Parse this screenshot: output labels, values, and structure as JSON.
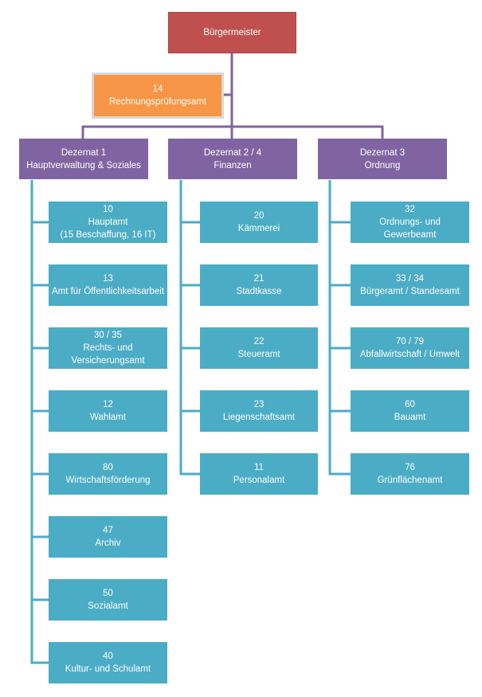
{
  "colors": {
    "mayor": "#c0504d",
    "audit": "#f79646",
    "dezernat": "#8064a2",
    "office": "#4bacc6",
    "connector_top": "#8064a2",
    "connector_offices": "#4bacc6"
  },
  "mayor": {
    "label": "Bürgermeister"
  },
  "audit": {
    "number": "14",
    "label": "Rechnungsprüfungsamt"
  },
  "dezernate": [
    {
      "line1": "Dezernat 1",
      "line2": "Hauptverwaltung & Soziales"
    },
    {
      "line1": "Dezernat 2 / 4",
      "line2": "Finanzen"
    },
    {
      "line1": "Dezernat 3",
      "line2": "Ordnung"
    }
  ],
  "offices": [
    [
      {
        "number": "10",
        "line1": "Hauptamt",
        "line2": "(15 Beschaffung, 16 IT)"
      },
      {
        "number": "13",
        "line1": "Amt für Öffentlichkeitsarbeit",
        "line2": ""
      },
      {
        "number": "30 / 35",
        "line1": "Rechts- und",
        "line2": "Versicherungsamt"
      },
      {
        "number": "12",
        "line1": "Wahlamt",
        "line2": ""
      },
      {
        "number": "80",
        "line1": "Wirtschaftsförderung",
        "line2": ""
      },
      {
        "number": "47",
        "line1": "Archiv",
        "line2": ""
      },
      {
        "number": "50",
        "line1": "Sozialamt",
        "line2": ""
      },
      {
        "number": "40",
        "line1": "Kultur- und Schulamt",
        "line2": ""
      }
    ],
    [
      {
        "number": "20",
        "line1": "Kämmerei",
        "line2": ""
      },
      {
        "number": "21",
        "line1": "Stadtkasse",
        "line2": ""
      },
      {
        "number": "22",
        "line1": "Steueramt",
        "line2": ""
      },
      {
        "number": "23",
        "line1": "Liegenschaftsamt",
        "line2": ""
      },
      {
        "number": "11",
        "line1": "Personalamt",
        "line2": ""
      }
    ],
    [
      {
        "number": "32",
        "line1": "Ordnungs- und",
        "line2": "Gewerbeamt"
      },
      {
        "number": "33 / 34",
        "line1": "Bürgeramt / Standesamt",
        "line2": ""
      },
      {
        "number": "70 / 79",
        "line1": "Abfallwirtschaft / Umwelt",
        "line2": ""
      },
      {
        "number": "60",
        "line1": "Bauamt",
        "line2": ""
      },
      {
        "number": "76",
        "line1": "Grünflächenamt",
        "line2": ""
      }
    ]
  ]
}
